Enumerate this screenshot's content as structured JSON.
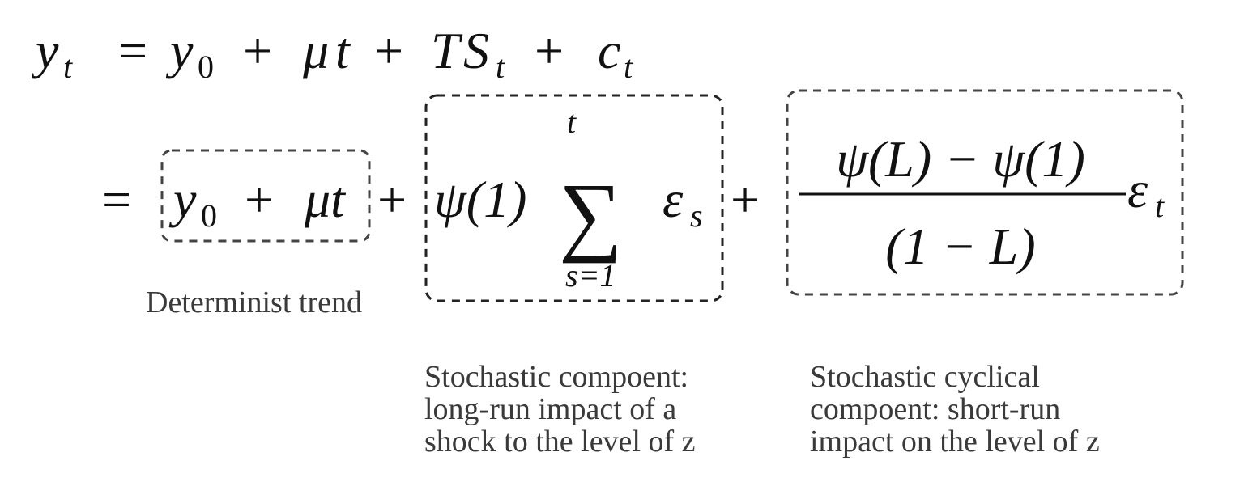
{
  "equation": {
    "line1": {
      "y": "y",
      "t": "t",
      "eq": "=",
      "y0_y": "y",
      "y0_sub": "0",
      "plus": "+",
      "mu": "μ",
      "TS_T": "T",
      "TS_S": "S",
      "c": "c"
    },
    "line2": {
      "eq": "=",
      "mu_t": "μt",
      "psi1": "ψ(1)",
      "sigma": "∑",
      "sum_upper": "t",
      "sum_lower": "s=1",
      "eps": "ε",
      "eps_sub_s": "s",
      "eps_sub_t": "t",
      "numerator": "ψ(L) − ψ(1)",
      "denominator": "(1 − L)"
    }
  },
  "captions": {
    "deterministic": [
      "Determinist trend"
    ],
    "stochastic": [
      "Stochastic compoent:",
      "long-run impact of a",
      "shock to the level of z"
    ],
    "cyclical": [
      "Stochastic cyclical",
      "compoent: short-run",
      "impact on the level of z"
    ]
  },
  "colors": {
    "math": "#111111",
    "caption": "#3a3a3a",
    "box_border": "#444444"
  }
}
